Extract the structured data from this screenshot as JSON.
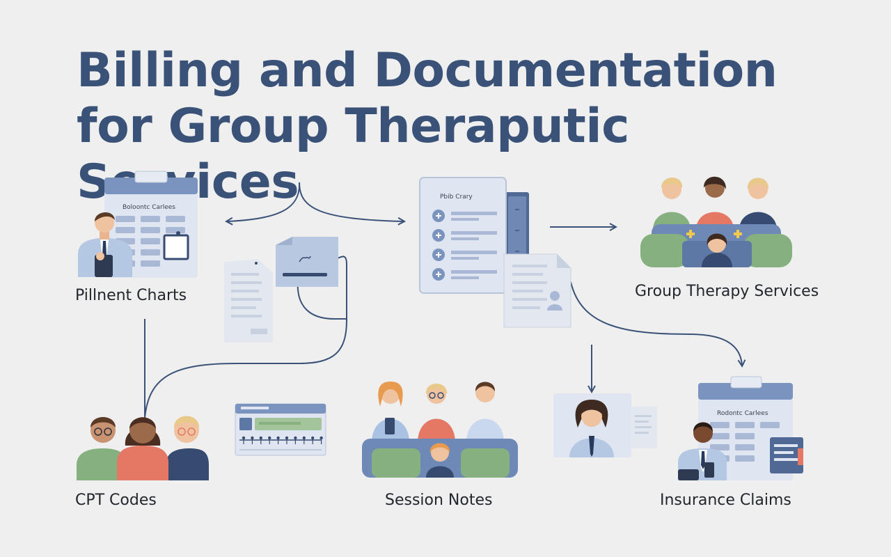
{
  "title": {
    "line1": "Billing and Documentation",
    "line2": "for Group Theraputic Services"
  },
  "nodes": {
    "patient_charts": {
      "label": "Pillnent Charts",
      "card_title": "Boloontc Carlees"
    },
    "group_services": {
      "label": "Group Therapy Services"
    },
    "cpt_codes": {
      "label": "CPT Codes"
    },
    "session_notes": {
      "label": "Session Notes"
    },
    "insurance_claims": {
      "label": "Insurance Claims",
      "card_title": "Rodontc Carlees"
    },
    "center_doc": {
      "card_title": "Pbib Crary"
    }
  },
  "colors": {
    "title": "#3a5277",
    "connector": "#3a5277",
    "card_header": "#7a93bf",
    "card_body": "#dfe6f1",
    "green": "#86b07f",
    "coral": "#e47865",
    "navy": "#364b6f"
  }
}
